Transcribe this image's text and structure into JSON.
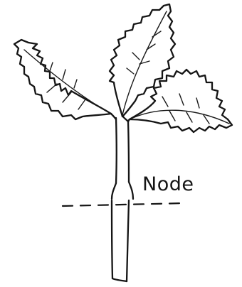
{
  "diagram": {
    "labels": {
      "node": "Node"
    },
    "parts": [
      "stem",
      "node-marker",
      "cut-line",
      "left-leaf",
      "center-leaf",
      "right-leaf"
    ]
  }
}
